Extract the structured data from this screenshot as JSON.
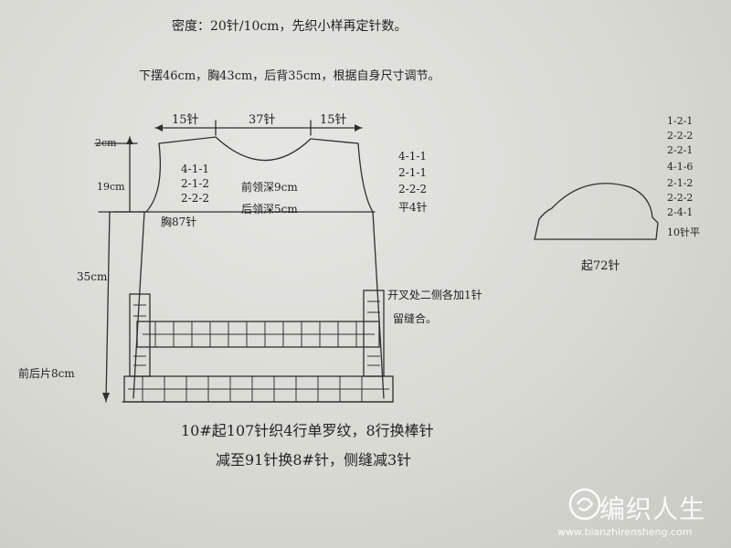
{
  "header": {
    "line1": "密度：20针/10cm，先织小样再定针数。",
    "line2": "下摆46cm，胸43cm，后背35cm，根据自身尺寸调节。"
  },
  "top_counts": {
    "left": "15针",
    "middle": "37针",
    "right": "15针"
  },
  "side_dims": {
    "shoulder": "2cm",
    "armhole": "19cm",
    "body": "35cm",
    "front_back": "前后片8cm"
  },
  "armhole_sequence": [
    "4-1-1",
    "2-1-2",
    "2-2-2"
  ],
  "right_sequence": [
    "4-1-1",
    "2-1-1",
    "2-2-2",
    "平4针"
  ],
  "neck": {
    "front": "前领深9cm",
    "back": "后领深5cm"
  },
  "chest": "胸87针",
  "slit_note": [
    "开叉处二侧各加1针",
    "留缝合。"
  ],
  "bottom_note": [
    "10#起107针织4行单罗纹，8行换棒针",
    "减至91针换8#针，侧缝减3针"
  ],
  "sleeve": {
    "sequence": [
      "1-2-1",
      "2-2-2",
      "2-2-1",
      "4-1-6",
      "2-1-2",
      "2-2-2",
      "2-4-1",
      "10针平"
    ],
    "cast_on": "起72针"
  },
  "watermark": {
    "text": "编织人生",
    "url": "www.bianzhirensheng.com"
  },
  "colors": {
    "ink": "#2a2a2a",
    "paper": "#dcdcd7"
  }
}
